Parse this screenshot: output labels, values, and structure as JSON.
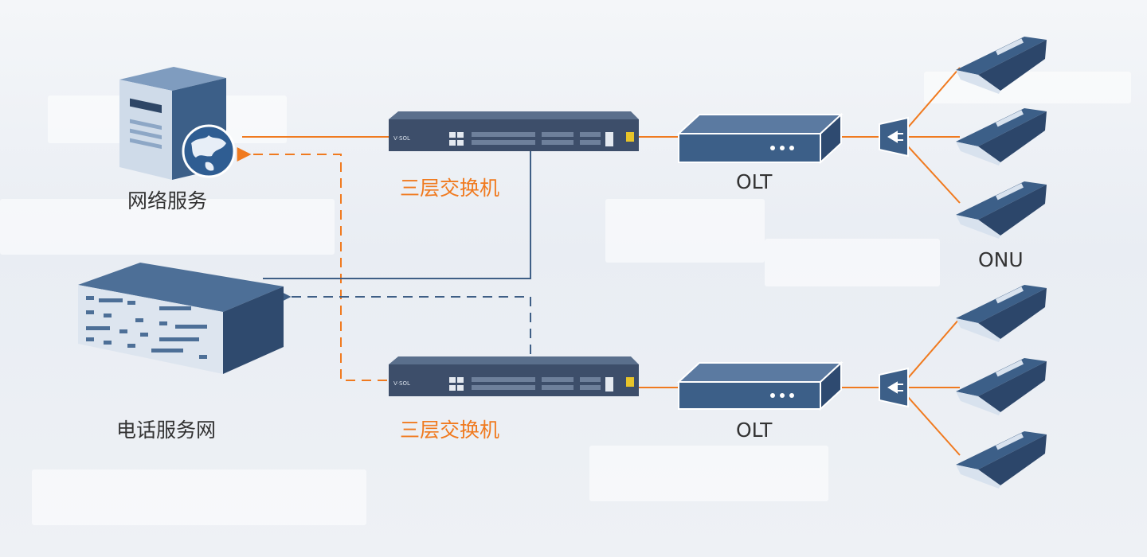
{
  "labels": {
    "web_service": "网络服务",
    "phone_network": "电话服务网",
    "switch_top": "三层交换机",
    "switch_bottom": "三层交换机",
    "olt_top": "OLT",
    "olt_bottom": "OLT",
    "onu": "ONU"
  },
  "switch_brand": "V·SOL",
  "colors": {
    "accent": "#f07a1f",
    "link_blue": "#3f5f86",
    "device_blue": "#3c5f88",
    "device_dark": "#2e4666",
    "label_dark": "#333333"
  }
}
